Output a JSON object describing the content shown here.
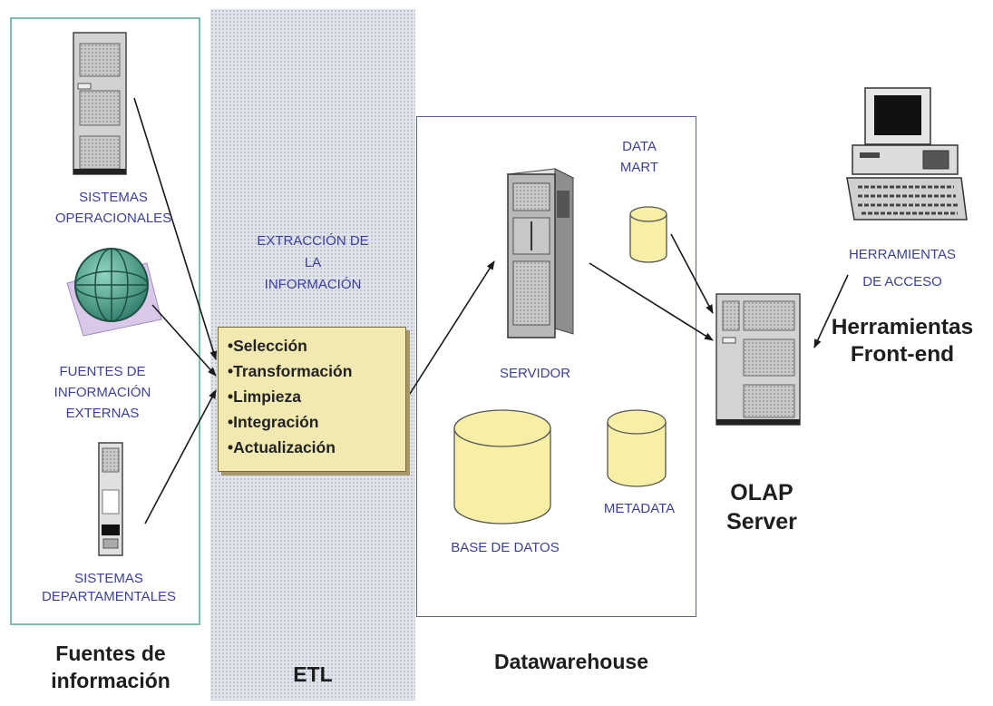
{
  "sources": {
    "operational": "SISTEMAS\nOPERACIONALES",
    "external": "FUENTES DE\nINFORMACIÓN\nEXTERNAS",
    "departmental": "SISTEMAS\nDEPARTAMENTALES",
    "title": "Fuentes de\ninformación"
  },
  "etl": {
    "extraction": "EXTRACCIÓN DE\nLA\nINFORMACIÓN",
    "steps": [
      "•Selección",
      "•Transformación",
      "•Limpieza",
      "•Integración",
      "•Actualización"
    ],
    "title": "ETL"
  },
  "datawarehouse": {
    "data_mart": "DATA\nMART",
    "server": "SERVIDOR",
    "database": "BASE DE DATOS",
    "metadata": "METADATA",
    "title": "Datawarehouse"
  },
  "olap": {
    "title": "OLAP\nServer"
  },
  "frontend": {
    "access_tools": "HERRAMIENTAS\nDE ACCESO",
    "title": "Herramientas\nFront-end"
  },
  "colors": {
    "label_blue": "#3b3f9e",
    "cylinder_fill": "#f7efa6",
    "etl_box_fill": "#f2e9b2",
    "sources_border": "#7fbfb0"
  }
}
